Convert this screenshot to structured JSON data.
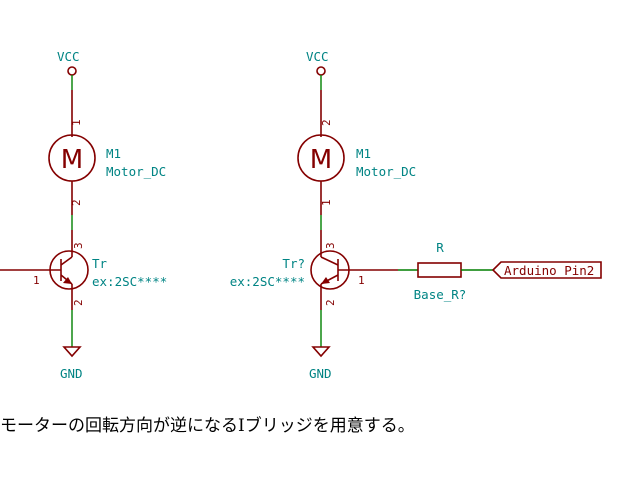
{
  "left": {
    "vcc": "VCC",
    "gnd": "GND",
    "motor_ref": "M1",
    "motor_value": "Motor_DC",
    "motor_pin_top": "1",
    "motor_pin_bottom": "2",
    "tr_ref": "Tr",
    "tr_value": "ex:2SC****",
    "tr_pin_base": "1",
    "tr_pin_collector": "3",
    "tr_pin_emitter": "2"
  },
  "right": {
    "vcc": "VCC",
    "gnd": "GND",
    "motor_ref": "M1",
    "motor_value": "Motor_DC",
    "motor_pin_top": "2",
    "motor_pin_bottom": "1",
    "tr_ref": "Tr?",
    "tr_value": "ex:2SC****",
    "tr_pin_base": "1",
    "tr_pin_collector": "3",
    "tr_pin_emitter": "2",
    "res_ref": "R",
    "res_value": "Base_R?",
    "global_label": "Arduino_Pin2"
  },
  "caption": "モーターの回転方向が逆になるⅠブリッジを用意する。"
}
